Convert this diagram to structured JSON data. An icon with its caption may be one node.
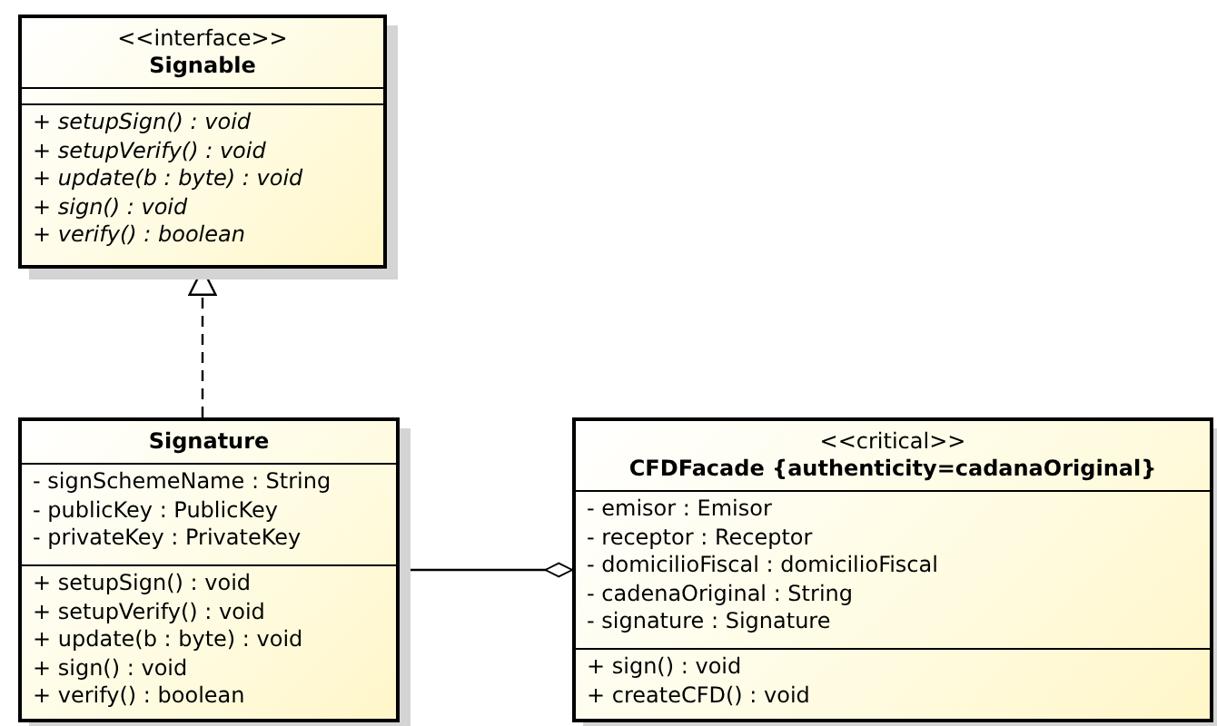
{
  "diagram": {
    "nodes": [
      {
        "text": [],
        "shape": "box"
      },
      {
        "text": [
          "<<interface>>",
          "Signable"
        ],
        "in": 0
      },
      {
        "text": [],
        "shape": "box",
        "in": 0
      },
      {
        "text": [
          "+ setupSign() : void",
          "+ setupVerify() : void",
          "+ update(b : byte) : void",
          "+ sign() : void",
          "+ verify() : boolean"
        ],
        "in": 0
      },
      {
        "text": [],
        "shape": "box"
      },
      {
        "text": [
          "Signature"
        ],
        "in": 4
      },
      {
        "text": [
          "- signSchemeName : String",
          "- publicKey : PublicKey",
          "- privateKey : PrivateKey"
        ],
        "in": 4
      },
      {
        "text": [
          "+ setupSign() : void",
          "+ setupVerify() : void",
          "+ update(b : byte) : void",
          "+ sign() : void",
          "+ verify() : boolean"
        ],
        "in": 4
      },
      {
        "text": [],
        "shape": "box"
      },
      {
        "text": [
          "<<critical>>",
          "CFDFacade {authenticity=cadanaOriginal}"
        ],
        "in": 8
      },
      {
        "text": [
          "- emisor : Emisor",
          "- receptor : Receptor",
          "- domicilioFiscal : domicilioFiscal",
          "- cadenaOriginal : String",
          "- signature : Signature"
        ],
        "in": 8
      },
      {
        "text": [
          "+ sign() : void",
          "+ createCFD() : void"
        ],
        "in": 8
      }
    ],
    "edges": [
      {
        "from": 4,
        "to": 0,
        "arrow": "to",
        "style": "dashed"
      },
      {
        "from": 4,
        "to": 8,
        "arrow": "other"
      }
    ]
  }
}
